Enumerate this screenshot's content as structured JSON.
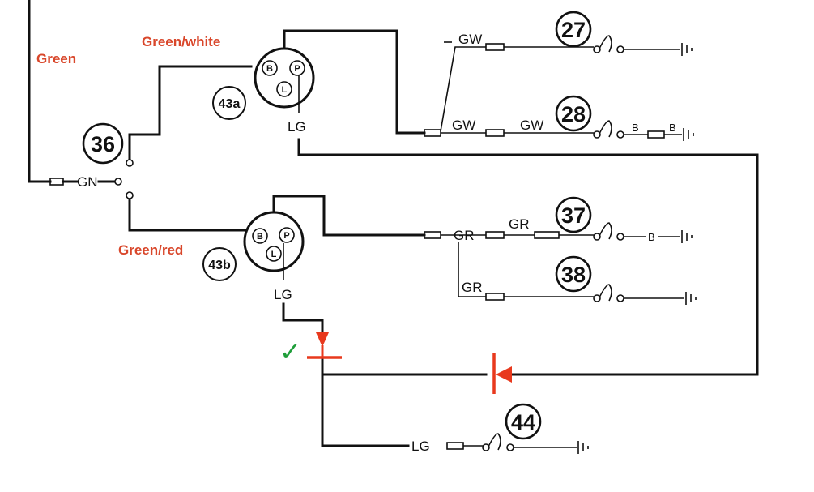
{
  "colors": {
    "wire": "#111111",
    "annotation_red": "#e8391d",
    "label_red": "#d9472b",
    "check_green": "#1f9e3a"
  },
  "wire_labels": {
    "green": "Green",
    "green_white": "Green/white",
    "green_red": "Green/red",
    "gn": "GN",
    "lg_43a": "LG",
    "lg_43b": "LG",
    "lg_44": "LG",
    "gw_27": "GW",
    "gw_junction": "GW",
    "gw_28": "GW",
    "gr_junction": "GR",
    "gr_37": "GR",
    "gr_38": "GR",
    "b_28a": "B",
    "b_28b": "B",
    "b_37": "B"
  },
  "components": {
    "c27": "27",
    "c28": "28",
    "c36": "36",
    "c37": "37",
    "c38": "38",
    "c43a": "43a",
    "c43b": "43b",
    "c44": "44"
  },
  "switch_pins": {
    "a_b": "B",
    "a_p": "P",
    "a_l": "L",
    "b_b": "B",
    "b_p": "P",
    "b_l": "L"
  },
  "annotations": {
    "check": "✓",
    "diode_ok": "diode",
    "diode_new": "diode"
  }
}
